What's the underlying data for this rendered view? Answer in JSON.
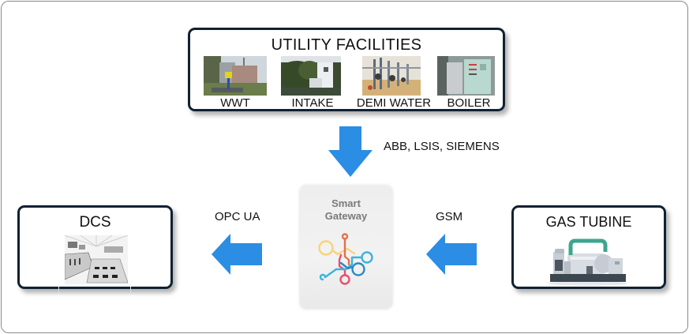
{
  "diagram": {
    "utility": {
      "title": "UTILITY FACILITIES",
      "facilities": [
        {
          "label": "WWT",
          "image": "wastewater-treatment-photo"
        },
        {
          "label": "INTAKE",
          "image": "water-intake-building-photo"
        },
        {
          "label": "DEMI WATER",
          "image": "demineralized-water-plant-photo"
        },
        {
          "label": "BOILER",
          "image": "boiler-room-photo"
        }
      ]
    },
    "gateway": {
      "title_line1": "Smart",
      "title_line2": "Gateway",
      "logo": "network-nodes-logo"
    },
    "dcs": {
      "title": "DCS",
      "image": "control-room-sketch"
    },
    "gas_turbine": {
      "title": "GAS TUBINE",
      "image": "gas-turbine-illustration"
    },
    "edges": {
      "utility_to_gateway": {
        "label": "ABB, LSIS, SIEMENS",
        "direction": "down"
      },
      "gateway_to_dcs": {
        "label": "OPC UA",
        "direction": "left"
      },
      "gas_turbine_to_gateway": {
        "label": "GSM",
        "direction": "left"
      }
    },
    "colors": {
      "arrow": "#2b8de3",
      "node_border": "#0f2233",
      "gateway_text": "#7a7a7a",
      "logo_yellow": "#f7d47a",
      "logo_orange": "#e07050",
      "logo_red": "#e84f6e",
      "logo_cyan": "#3ab3dd",
      "logo_blue": "#2a8ac0"
    }
  }
}
